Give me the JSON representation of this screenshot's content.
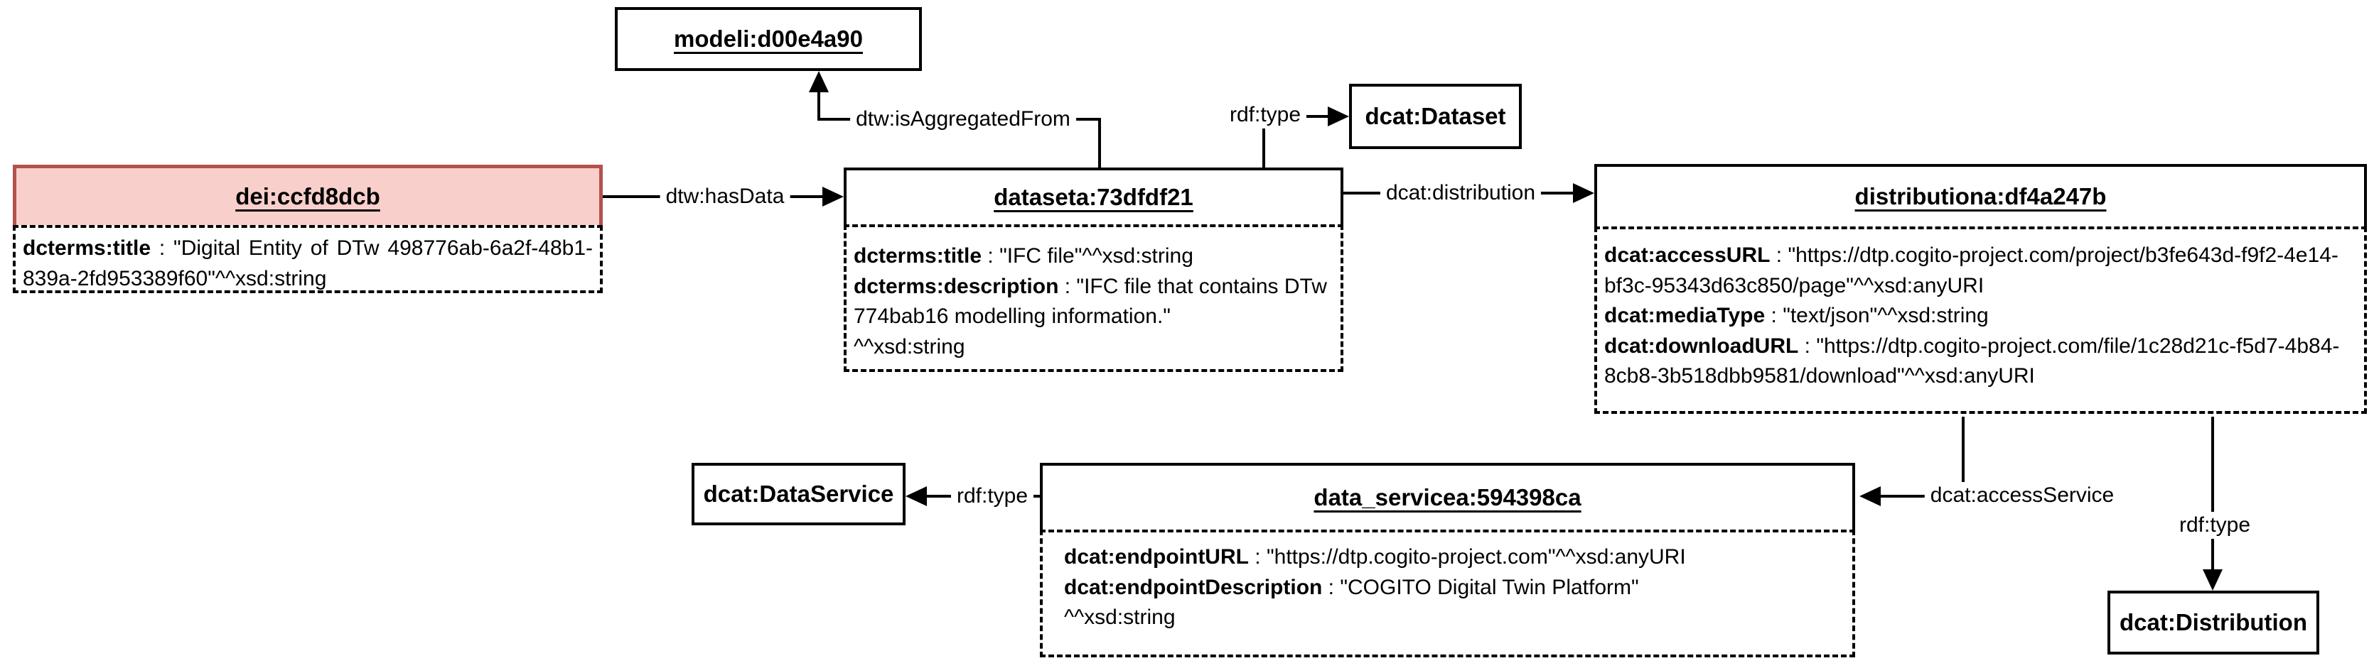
{
  "colors": {
    "highlight_bg": "#f8cfcb",
    "highlight_border": "#b5514d",
    "line": "#000000"
  },
  "attr_separator": " : ",
  "nodes": {
    "modeli": {
      "title": "modeli:d00e4a90"
    },
    "dei": {
      "title": "dei:ccfd8dcb",
      "attrs": [
        {
          "name": "dcterms:title",
          "value": "\"Digital Entity of DTw 498776ab-6a2f-48b1-839a-2fd953389f60\"^^xsd:string"
        }
      ]
    },
    "dataseta": {
      "title": "dataseta:73dfdf21",
      "attrs": [
        {
          "name": "dcterms:title",
          "value": "\"IFC file\"^^xsd:string"
        },
        {
          "name": "dcterms:description",
          "value": "\"IFC file that contains DTw 774bab16 modelling information.\"",
          "suffix": "^^xsd:string"
        }
      ]
    },
    "distributiona": {
      "title": "distributiona:df4a247b",
      "attrs": [
        {
          "name": "dcat:accessURL",
          "value": "\"https://dtp.cogito-project.com/project/b3fe643d-f9f2-4e14-bf3c-95343d63c850/page\"^^xsd:anyURI"
        },
        {
          "name": "dcat:mediaType",
          "value": "\"text/json\"^^xsd:string"
        },
        {
          "name": "dcat:downloadURL",
          "value": "\"https://dtp.cogito-project.com/file/1c28d21c-f5d7-4b84-8cb8-3b518dbb9581/download\"^^xsd:anyURI"
        }
      ]
    },
    "data_servicea": {
      "title": "data_servicea:594398ca",
      "attrs": [
        {
          "name": "dcat:endpointURL",
          "value": "\"https://dtp.cogito-project.com\"^^xsd:anyURI"
        },
        {
          "name": "dcat:endpointDescription",
          "value": "\"COGITO Digital Twin Platform\"",
          "suffix": "^^xsd:string"
        }
      ]
    },
    "dcat_dataset": {
      "title": "dcat:Dataset"
    },
    "dcat_dataservice": {
      "title": "dcat:DataService"
    },
    "dcat_distribution": {
      "title": "dcat:Distribution"
    }
  },
  "edges": {
    "has_data": {
      "label": "dtw:hasData"
    },
    "is_aggregated_from": {
      "label": "dtw:isAggregatedFrom"
    },
    "rdf_type_dataset": {
      "label": "rdf:type"
    },
    "distribution": {
      "label": "dcat:distribution"
    },
    "access_service": {
      "label": "dcat:accessService"
    },
    "rdf_type_dataservice": {
      "label": "rdf:type"
    },
    "rdf_type_distribution": {
      "label": "rdf:type"
    }
  }
}
